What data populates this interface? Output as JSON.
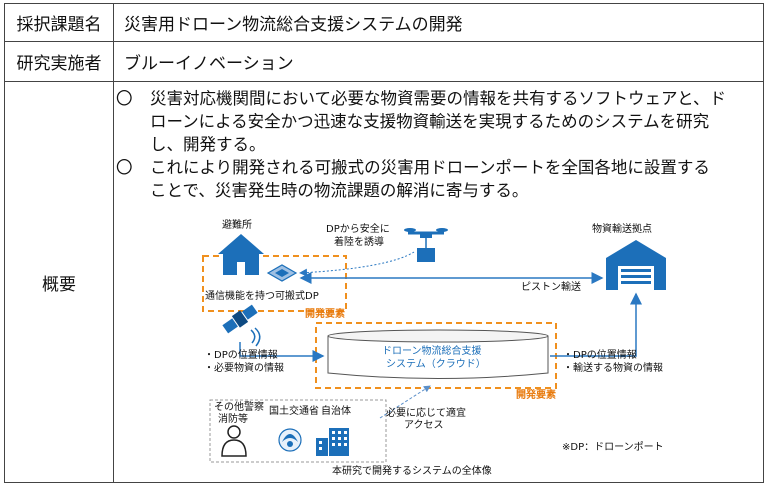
{
  "table": {
    "row1": {
      "label": "採択課題名",
      "value": "災害用ドローン物流総合支援システムの開発"
    },
    "row2": {
      "label": "研究実施者",
      "value": "ブルーイノベーション"
    },
    "row3": {
      "label": "概要"
    }
  },
  "bullets": [
    {
      "mark": "〇",
      "lines": [
        "災害対応機関間において必要な物資需要の情報を共有するソフトウェアと、ド",
        "ローンによる安全かつ迅速な支援物資輸送を実現するためのシステムを研究",
        "し、開発する。"
      ]
    },
    {
      "mark": "〇",
      "lines": [
        "これにより開発される可搬式の災害用ドローンポートを全国各地に設置する",
        "ことで、災害発生時の物流課題の解消に寄与する。"
      ]
    }
  ],
  "diagram": {
    "shelter_label": "避難所",
    "dp_guidance_lines": [
      "DPから安全に",
      "着陸を誘導"
    ],
    "hub_label": "物資輸送拠点",
    "portable_dp_label": "通信機能を持つ可搬式DP",
    "piston_label": "ピストン輸送",
    "dev_element_1": "開発要素",
    "dev_element_2": "開発要素",
    "left_info": [
      "・DPの位置情報",
      "・必要物資の情報"
    ],
    "system_lines": [
      "ドローン物流総合支援",
      "システム（クラウド）"
    ],
    "right_info": [
      "・DPの位置情報",
      "・輸送する物資の情報"
    ],
    "orgs": {
      "other_police": "その他警察",
      "fire": "消防等",
      "mlit": "国土交通省",
      "local_gov": "自治体"
    },
    "access_lines": [
      "必要に応じて適宜",
      "アクセス"
    ],
    "footnote": "※DP：ドローンポート",
    "caption": "本研究で開発するシステムの全体像"
  },
  "colors": {
    "accent_orange": "#f0901e",
    "icon_blue": "#1c6fb9",
    "arrow_blue": "#2a78c2",
    "border": "#444444"
  },
  "icons": [
    "house-icon",
    "warehouse-icon",
    "drone-icon",
    "satellite-icon",
    "drone-port-icon",
    "person-icon",
    "mlit-logo-icon",
    "building-icon"
  ]
}
